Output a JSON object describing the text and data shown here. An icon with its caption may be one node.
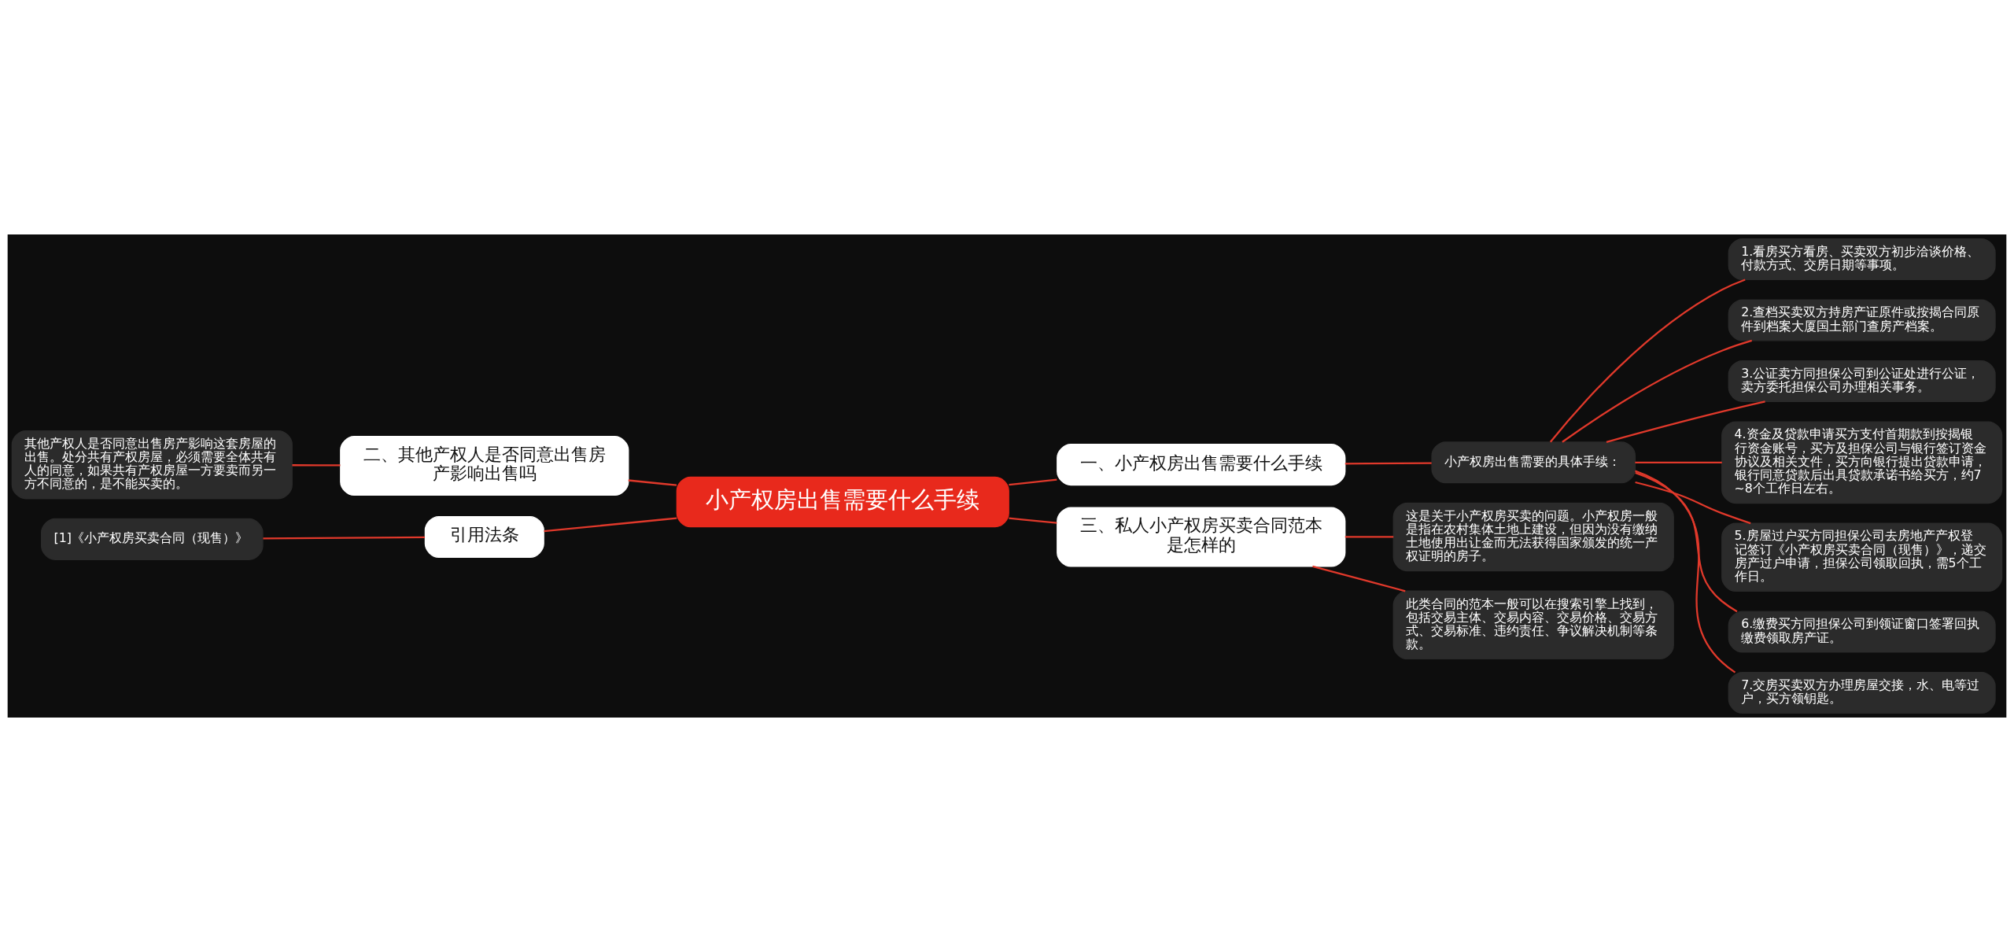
{
  "diagram": {
    "nodes": [
      {
        "text": [
          "小产权房出售需要什么手续"
        ]
      },
      {
        "text": [
          "一、小产权房出售需要什么手续"
        ]
      },
      {
        "text": [
          "小产权房出售需要的具体手续："
        ]
      },
      {
        "text": [
          "1.看房买方看房、买卖双方初步洽谈价格、付款方式、交房日期等事项。"
        ]
      },
      {
        "text": [
          "2.查档买卖双方持房产证原件或按揭合同原件到档案大厦国土部门查房产档案。"
        ]
      },
      {
        "text": [
          "3.公证卖方同担保公司到公证处进行公证，卖方委托担保公司办理相关事务。"
        ]
      },
      {
        "text": [
          "4.资金及贷款申请买方支付首期款到按揭银行资金账号，买方及担保公司与银行签订资金协议及相关文件，买方向银行提出贷款申请，银行同意贷款后出具贷款承诺书给买方，约7~8个工作日左右。"
        ]
      },
      {
        "text": [
          "5.房屋过户买方同担保公司去房地产产权登记签订《小产权房买卖合同（现售）》，递交房产过户申请，担保公司领取回执，需5个工作日。"
        ]
      },
      {
        "text": [
          "6.缴费买方同担保公司到领证窗口签署回执缴费领取房产证。"
        ]
      },
      {
        "text": [
          "7.交房买卖双方办理房屋交接，水、电等过户，买方领钥匙。"
        ]
      },
      {
        "text": [
          "二、其他产权人是否同意出售房产影响出售吗"
        ]
      },
      {
        "text": [
          "其他产权人是否同意出售房产影响这套房屋的出售。处分共有产权房屋，必须需要全体共有人的同意，如果共有产权房屋一方要卖而另一方不同意的，是不能买卖的。"
        ]
      },
      {
        "text": [
          "引用法条"
        ]
      },
      {
        "text": [
          "[1]《小产权房买卖合同（现售）》"
        ]
      },
      {
        "text": [
          "三、私人小产权房买卖合同范本是怎样的"
        ]
      },
      {
        "text": [
          "这是关于小产权房买卖的问题。小产权房一般是指在农村集体土地上建设，但因为没有缴纳土地使用出让金而无法获得国家颁发的统一产权证明的房子。"
        ]
      },
      {
        "text": [
          "此类合同的范本一般可以在搜索引擎上找到，包括交易主体、交易内容、交易价格、交易方式、交易标准、违约责任、争议解决机制等条款。"
        ]
      }
    ],
    "edges": [
      {
        "from": 0,
        "to": 1,
        "arrow": "none"
      },
      {
        "from": 1,
        "to": 2,
        "arrow": "none"
      },
      {
        "from": 2,
        "to": 3,
        "arrow": "none"
      },
      {
        "from": 2,
        "to": 4,
        "arrow": "none"
      },
      {
        "from": 2,
        "to": 5,
        "arrow": "none"
      },
      {
        "from": 2,
        "to": 6,
        "arrow": "none"
      },
      {
        "from": 2,
        "to": 7,
        "arrow": "none"
      },
      {
        "from": 2,
        "to": 8,
        "arrow": "none"
      },
      {
        "from": 2,
        "to": 9,
        "arrow": "none"
      },
      {
        "from": 0,
        "to": 10,
        "arrow": "none"
      },
      {
        "from": 10,
        "to": 11,
        "arrow": "none"
      },
      {
        "from": 0,
        "to": 12,
        "arrow": "none"
      },
      {
        "from": 12,
        "to": 13,
        "arrow": "none"
      },
      {
        "from": 0,
        "to": 14,
        "arrow": "none"
      },
      {
        "from": 14,
        "to": 15,
        "arrow": "none"
      },
      {
        "from": 14,
        "to": 16,
        "arrow": "none"
      }
    ]
  }
}
